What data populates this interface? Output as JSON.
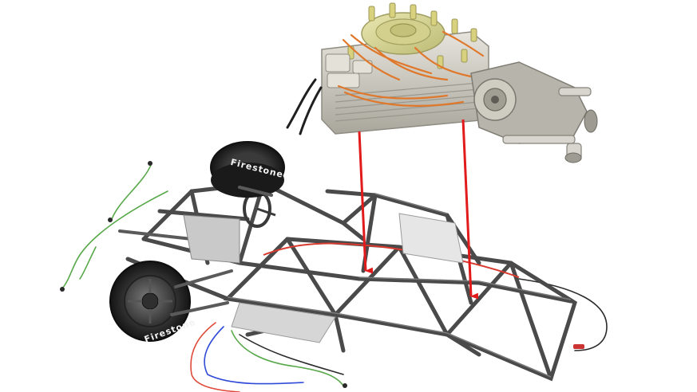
{
  "image": {
    "description_free": true
  },
  "scene": {
    "tyre_brand_rear": "Firestone",
    "tyre_brand_front": "Firestone",
    "arrows": [
      {
        "name": "engine-to-chassis-arrow-left"
      },
      {
        "name": "engine-to-chassis-arrow-right"
      }
    ]
  },
  "colors": {
    "background": "#ffffff",
    "frame_tube": "#4a4a4a",
    "frame_tube_light": "#6b6b6b",
    "tyre": "#1e1e1e",
    "engine_body": "#c9c7c0",
    "engine_cover": "#d9d79a",
    "wiring_orange": "#e0782c",
    "arrow_red": "#e11b1b",
    "cable_green": "#58a84a",
    "cable_blue": "#2f4bd8",
    "cable_red": "#e04a3a",
    "cable_dark": "#2a2a2a"
  }
}
